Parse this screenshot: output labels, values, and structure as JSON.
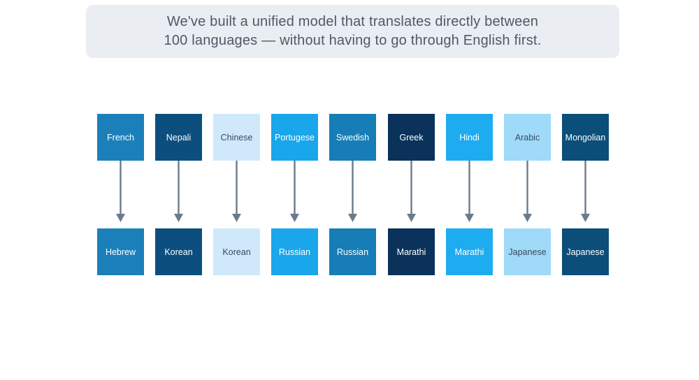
{
  "caption": {
    "line1": "We've built a unified model that translates directly between",
    "line2": "100 languages — without having to go through English first."
  },
  "pairs": [
    {
      "source": "French",
      "target": "Hebrew",
      "color": "#1b80ba",
      "dark_text": false
    },
    {
      "source": "Nepali",
      "target": "Korean",
      "color": "#0c4f7f",
      "dark_text": false
    },
    {
      "source": "Chinese",
      "target": "Korean",
      "color": "#cfe9fb",
      "dark_text": true
    },
    {
      "source": "Portugese",
      "target": "Russian",
      "color": "#1aa6ea",
      "dark_text": false
    },
    {
      "source": "Swedish",
      "target": "Russian",
      "color": "#167db6",
      "dark_text": false
    },
    {
      "source": "Greek",
      "target": "Marathi",
      "color": "#0a325a",
      "dark_text": false
    },
    {
      "source": "Hindi",
      "target": "Marathi",
      "color": "#1eacf0",
      "dark_text": false
    },
    {
      "source": "Arabic",
      "target": "Japanese",
      "color": "#9fdaf8",
      "dark_text": true
    },
    {
      "source": "Mongolian",
      "target": "Japanese",
      "color": "#0b4e79",
      "dark_text": false
    }
  ],
  "arrow_color": "#6b7b8c"
}
